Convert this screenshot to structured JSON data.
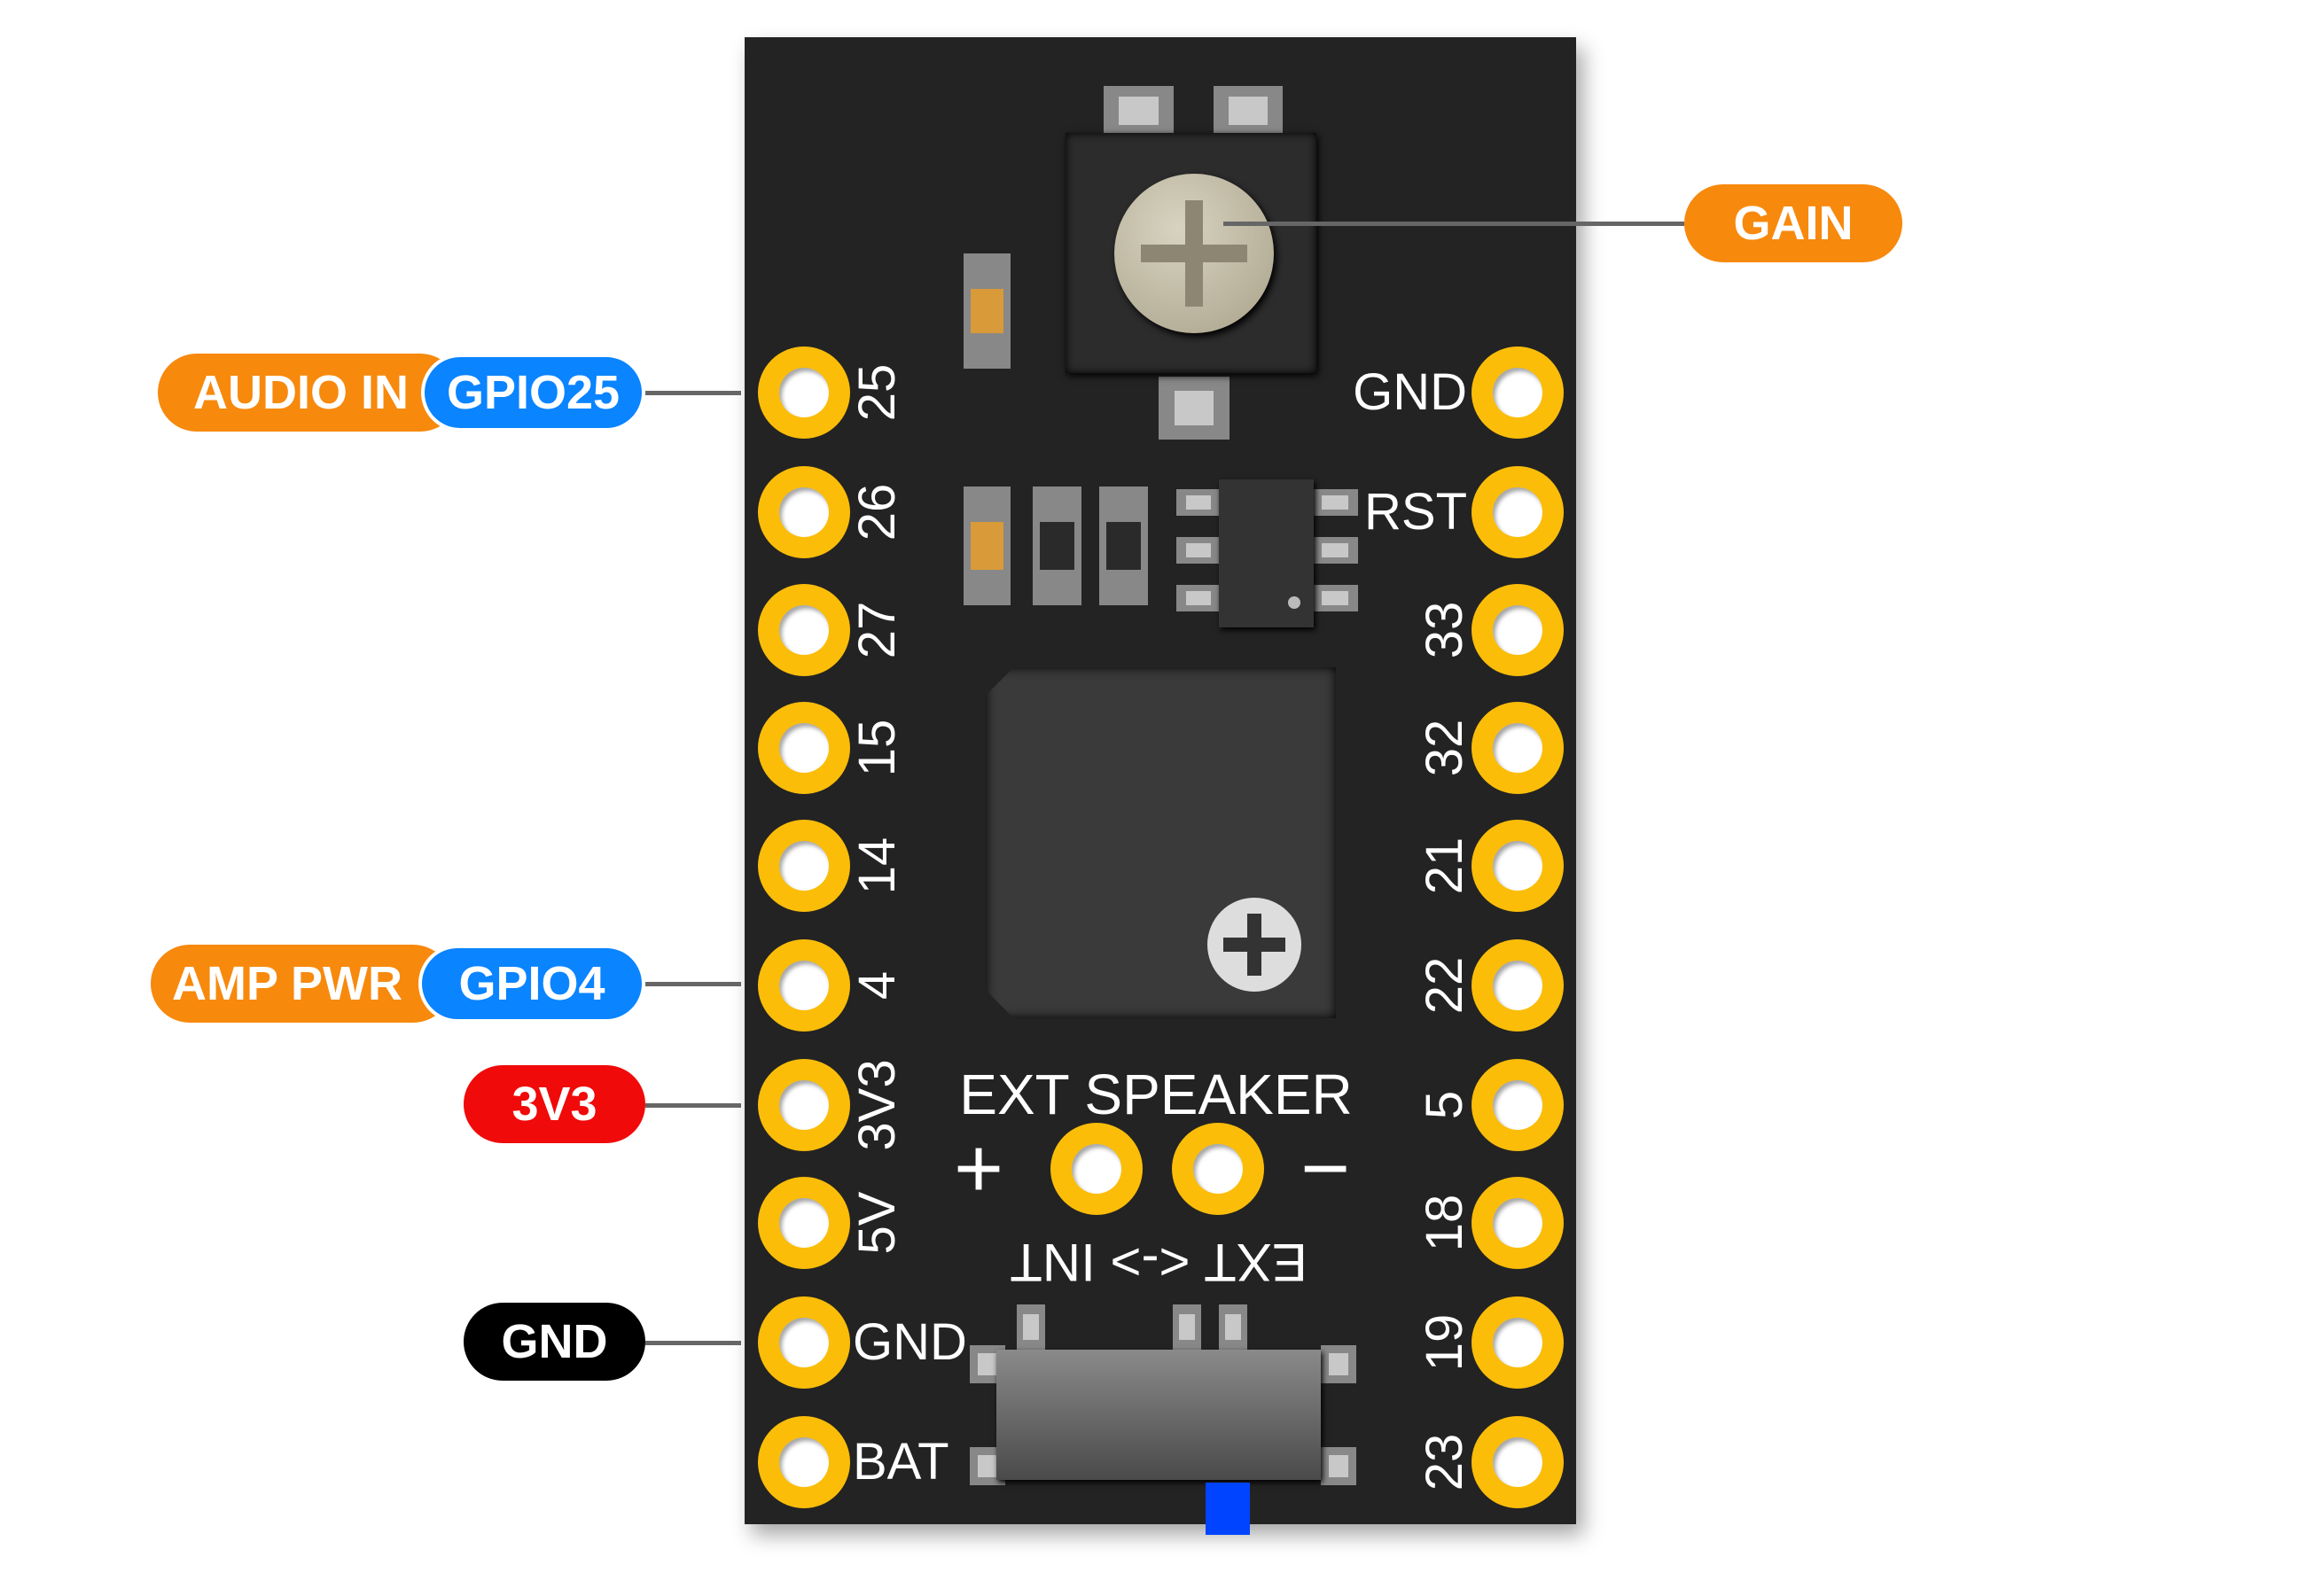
{
  "left_pins": [
    "25",
    "26",
    "27",
    "15",
    "14",
    "4",
    "3V3",
    "5V",
    "GND",
    "BAT"
  ],
  "right_pins": [
    "GND",
    "RST",
    "33",
    "32",
    "21",
    "22",
    "5",
    "18",
    "19",
    "23"
  ],
  "callouts": {
    "audio_in": "AUDIO IN",
    "gpio25": "GPIO25",
    "amp_pwr": "AMP PWR",
    "gpio4": "GPIO4",
    "v3v3": "3V3",
    "gnd": "GND",
    "gain": "GAIN"
  },
  "board": {
    "ext_speaker": "EXT SPEAKER",
    "plus": "+",
    "minus": "−",
    "switch_label": "EXT <-> INT"
  },
  "colors": {
    "orange": "#f7890d",
    "blue": "#0a84ff",
    "red": "#f00a0a",
    "black": "#000000",
    "gold": "#fbbd08",
    "board": "#232323",
    "switch_tab": "#0044ff"
  }
}
